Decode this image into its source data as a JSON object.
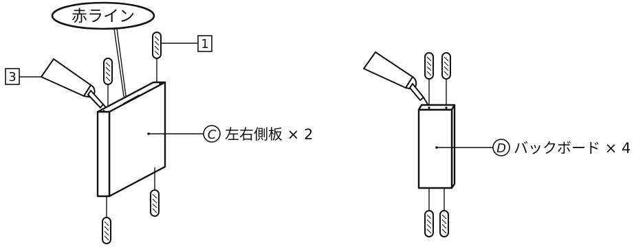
{
  "callout": {
    "red_line": "赤ライン"
  },
  "steps": {
    "step_1": "1",
    "step_3": "3"
  },
  "parts": {
    "c": {
      "letter": "C",
      "label": "左右側板 × 2"
    },
    "d": {
      "letter": "D",
      "label": "バックボード × 4"
    }
  }
}
